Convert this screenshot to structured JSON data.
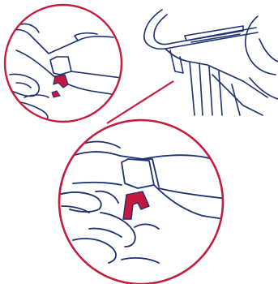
{
  "figure": {
    "kind": "instruction-illustration",
    "colors": {
      "line": "#1c2f6e",
      "accent": "#c4183f",
      "callout": "#c41c3d",
      "background": "#ffffff"
    },
    "parts": [
      "buggy-handle-icon",
      "detail-circle-small",
      "detail-circle-large",
      "release-button"
    ]
  }
}
